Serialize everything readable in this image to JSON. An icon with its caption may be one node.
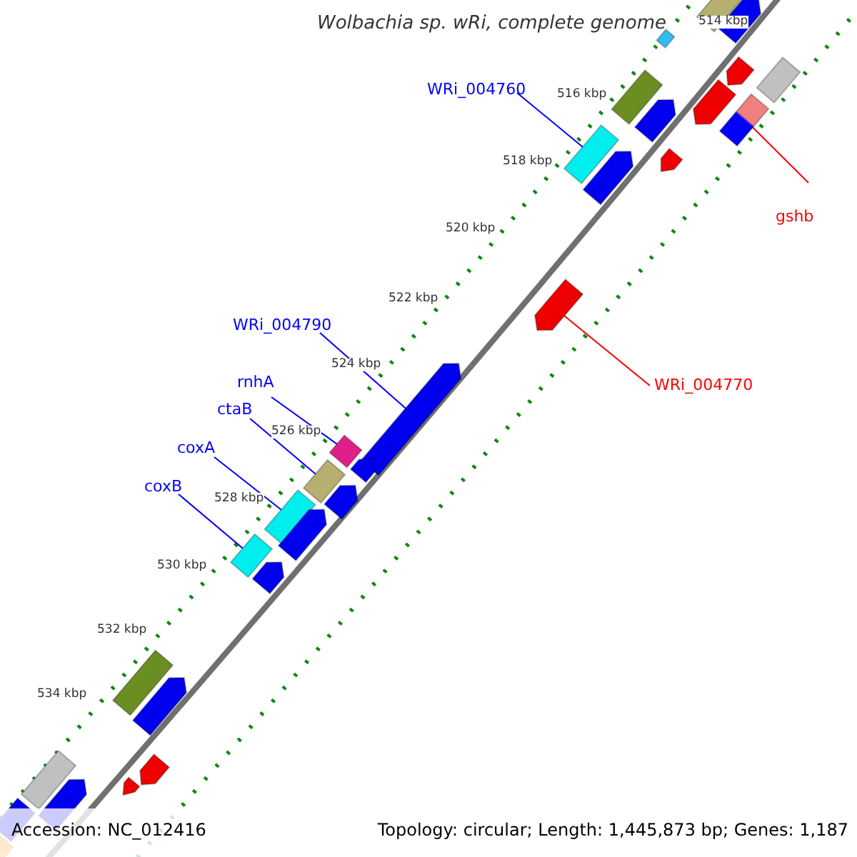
{
  "diagram": {
    "title": "Wolbachia sp. wRi, complete genome",
    "nodes": [
      {
        "text": [
          "WRi_004760"
        ]
      },
      {
        "text": [],
        "shape": "bar"
      },
      {
        "text": [
          "gshb"
        ]
      },
      {
        "text": [],
        "shape": "bar"
      },
      {
        "text": [
          "WRi_004770"
        ]
      },
      {
        "text": [],
        "shape": "bar"
      },
      {
        "text": [
          "WRi_004790"
        ]
      },
      {
        "text": [],
        "shape": "bar"
      },
      {
        "text": [
          "rnhA"
        ]
      },
      {
        "text": [],
        "shape": "bar"
      },
      {
        "text": [
          "ctaB"
        ]
      },
      {
        "text": [],
        "shape": "bar"
      },
      {
        "text": [
          "coxA"
        ]
      },
      {
        "text": [],
        "shape": "bar"
      },
      {
        "text": [
          "coxB"
        ]
      },
      {
        "text": [],
        "shape": "bar"
      },
      {
        "text": [],
        "shape": "bar"
      },
      {
        "text": [],
        "shape": "bar"
      },
      {
        "text": [],
        "shape": "bar"
      },
      {
        "text": [],
        "shape": "bar"
      },
      {
        "text": [],
        "shape": "bar"
      },
      {
        "text": [],
        "shape": "bar"
      },
      {
        "text": [],
        "shape": "bar"
      },
      {
        "text": [],
        "shape": "bar"
      },
      {
        "text": [],
        "shape": "bar"
      },
      {
        "text": [],
        "shape": "bar"
      },
      {
        "text": [],
        "shape": "bar"
      },
      {
        "text": [],
        "shape": "bar"
      },
      {
        "text": [],
        "shape": "bar"
      },
      {
        "text": [],
        "shape": "bar"
      },
      {
        "text": [],
        "shape": "bar"
      },
      {
        "text": [],
        "shape": "bar"
      },
      {
        "text": [],
        "shape": "bar"
      },
      {
        "text": [],
        "shape": "bar"
      },
      {
        "text": [],
        "shape": "bar"
      },
      {
        "text": [],
        "shape": "bar"
      },
      {
        "text": [],
        "shape": "bar"
      },
      {
        "text": [],
        "shape": "bar"
      }
    ],
    "edges": [
      {
        "from": 0,
        "to": 1,
        "arrow": "none"
      },
      {
        "from": 2,
        "to": 3,
        "arrow": "none",
        "color": "#ff0000"
      },
      {
        "from": 4,
        "to": 5,
        "arrow": "none",
        "color": "#ff0000"
      },
      {
        "from": 6,
        "to": 7,
        "arrow": "none"
      },
      {
        "from": 8,
        "to": 9,
        "arrow": "none"
      },
      {
        "from": 10,
        "to": 11,
        "arrow": "none"
      },
      {
        "from": 12,
        "to": 13,
        "arrow": "none"
      },
      {
        "from": 14,
        "to": 15,
        "arrow": "none"
      }
    ],
    "labels": [
      "514 kbp",
      "516 kbp",
      "518 kbp",
      "520 kbp",
      "522 kbp",
      "524 kbp",
      "526 kbp",
      "528 kbp",
      "530 kbp",
      "532 kbp",
      "534 kbp",
      "Accession: NC_012416",
      "Topology: circular; Length: 1,445,873 bp; Genes: 1,187"
    ]
  }
}
